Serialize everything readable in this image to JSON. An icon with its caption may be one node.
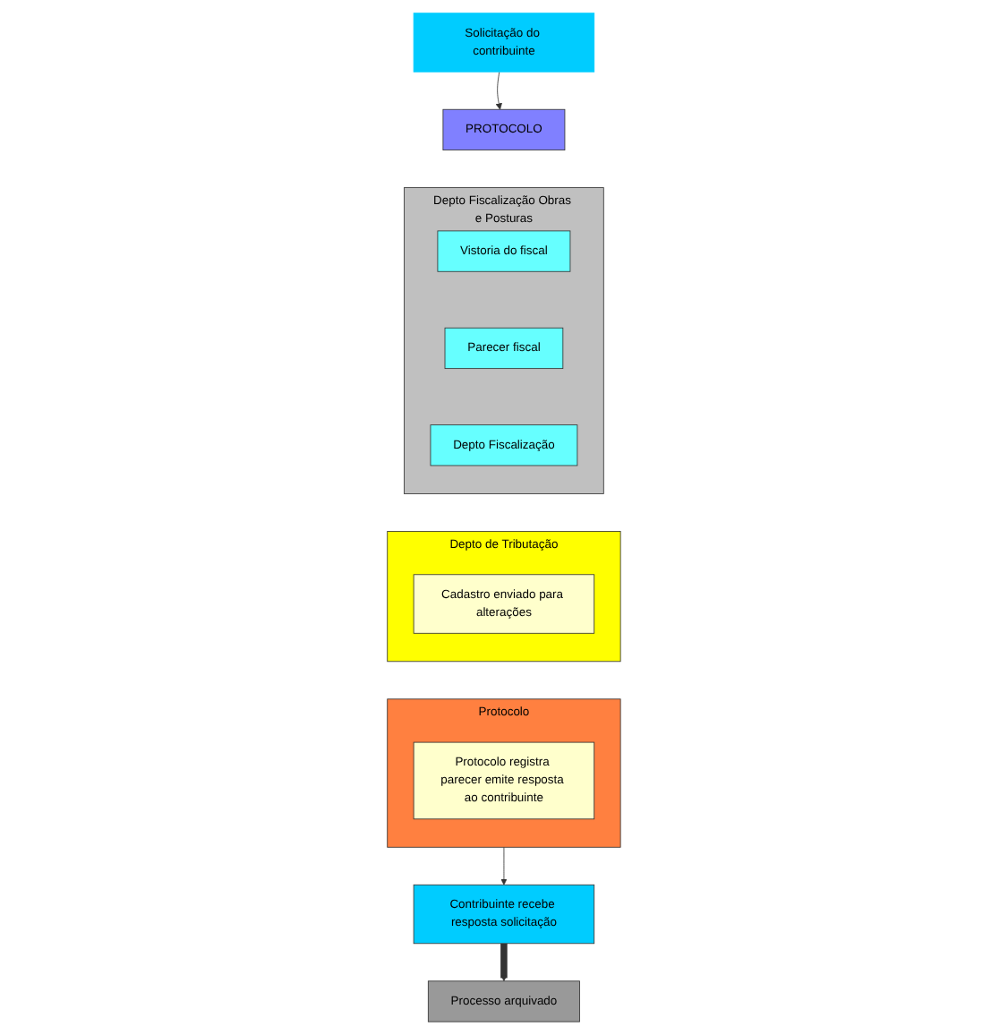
{
  "diagram": {
    "nodes": [
      {
        "text": [
          "Solicitação do contribuinte"
        ]
      },
      {
        "text": [
          "PROTOCOLO"
        ]
      },
      {
        "text": [
          "Depto Fiscalização Obras e Posturas"
        ]
      },
      {
        "text": [
          "Vistoria do fiscal"
        ],
        "in": 2
      },
      {
        "text": [
          "Parecer fiscal"
        ],
        "in": 2
      },
      {
        "text": [
          "Depto Fiscalização"
        ],
        "in": 2
      },
      {
        "text": [
          "Depto de Tributação"
        ]
      },
      {
        "text": [
          "Cadastro enviado para alterações"
        ],
        "in": 6
      },
      {
        "text": [
          "Protocolo"
        ]
      },
      {
        "text": [
          "Protocolo registra parecer emite resposta ao contribuinte"
        ],
        "in": 8
      },
      {
        "text": [
          "Contribuinte recebe resposta solicitação"
        ]
      },
      {
        "text": [
          "Processo arquivado"
        ]
      }
    ],
    "edges": [
      {
        "from": 0,
        "to": 1,
        "arrow": "to"
      },
      {
        "from": 8,
        "to": 10,
        "arrow": "to"
      },
      {
        "from": 10,
        "to": 11,
        "arrow": "to",
        "style": "thick"
      }
    ]
  }
}
